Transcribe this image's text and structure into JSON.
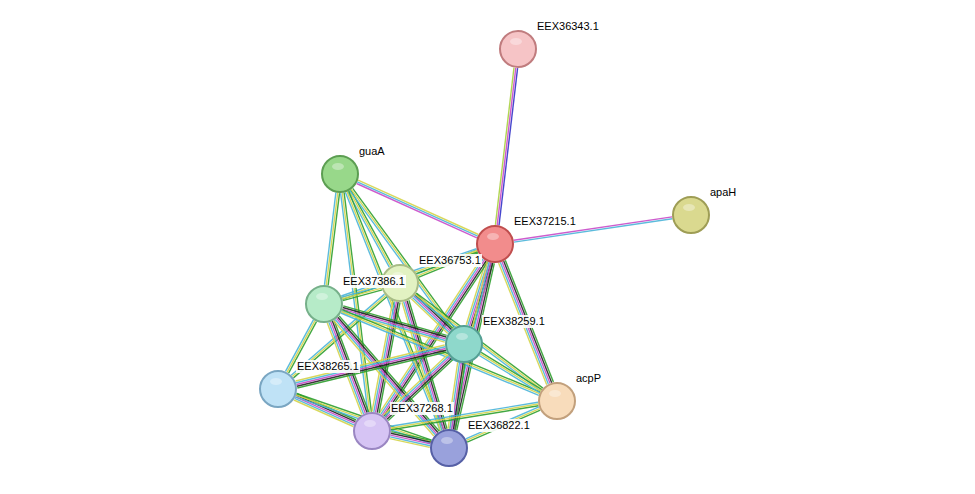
{
  "diagram": {
    "nodes": [
      {
        "text": [
          "EEX36343.1"
        ]
      },
      {
        "text": [
          "EEX37215.1"
        ]
      },
      {
        "text": [
          "apaH"
        ]
      },
      {
        "text": [
          "guaA"
        ]
      },
      {
        "text": [
          "EEX36753.1"
        ]
      },
      {
        "text": [
          "EEX37386.1"
        ]
      },
      {
        "text": [
          "EEX38259.1"
        ]
      },
      {
        "text": [
          "EEX38265.1"
        ]
      },
      {
        "text": [
          "acpP"
        ]
      },
      {
        "text": [
          "EEX37268.1"
        ]
      },
      {
        "text": [
          "EEX36822.1"
        ]
      }
    ],
    "edges": [
      {
        "from": 0,
        "to": 1,
        "arrow": "none"
      },
      {
        "from": 1,
        "to": 2,
        "arrow": "none"
      },
      {
        "from": 1,
        "to": 3,
        "arrow": "none"
      },
      {
        "from": 1,
        "to": 4,
        "arrow": "none"
      },
      {
        "from": 1,
        "to": 5,
        "arrow": "none"
      },
      {
        "from": 1,
        "to": 6,
        "arrow": "none"
      },
      {
        "from": 1,
        "to": 8,
        "arrow": "none"
      },
      {
        "from": 1,
        "to": 9,
        "arrow": "none"
      },
      {
        "from": 1,
        "to": 10,
        "arrow": "none"
      },
      {
        "from": 3,
        "to": 4,
        "arrow": "none"
      },
      {
        "from": 3,
        "to": 5,
        "arrow": "none"
      },
      {
        "from": 3,
        "to": 6,
        "arrow": "none"
      },
      {
        "from": 3,
        "to": 9,
        "arrow": "none"
      },
      {
        "from": 3,
        "to": 10,
        "arrow": "none"
      },
      {
        "from": 4,
        "to": 5,
        "arrow": "none"
      },
      {
        "from": 4,
        "to": 6,
        "arrow": "none"
      },
      {
        "from": 4,
        "to": 7,
        "arrow": "none"
      },
      {
        "from": 4,
        "to": 8,
        "arrow": "none"
      },
      {
        "from": 4,
        "to": 9,
        "arrow": "none"
      },
      {
        "from": 4,
        "to": 10,
        "arrow": "none"
      },
      {
        "from": 5,
        "to": 6,
        "arrow": "none"
      },
      {
        "from": 5,
        "to": 7,
        "arrow": "none"
      },
      {
        "from": 5,
        "to": 8,
        "arrow": "none"
      },
      {
        "from": 5,
        "to": 9,
        "arrow": "none"
      },
      {
        "from": 5,
        "to": 10,
        "arrow": "none"
      },
      {
        "from": 6,
        "to": 7,
        "arrow": "none"
      },
      {
        "from": 6,
        "to": 8,
        "arrow": "none"
      },
      {
        "from": 6,
        "to": 9,
        "arrow": "none"
      },
      {
        "from": 6,
        "to": 10,
        "arrow": "none"
      },
      {
        "from": 7,
        "to": 9,
        "arrow": "none"
      },
      {
        "from": 7,
        "to": 10,
        "arrow": "none"
      },
      {
        "from": 8,
        "to": 9,
        "arrow": "none"
      },
      {
        "from": 8,
        "to": 10,
        "arrow": "none"
      },
      {
        "from": 9,
        "to": 10,
        "arrow": "none"
      }
    ]
  }
}
